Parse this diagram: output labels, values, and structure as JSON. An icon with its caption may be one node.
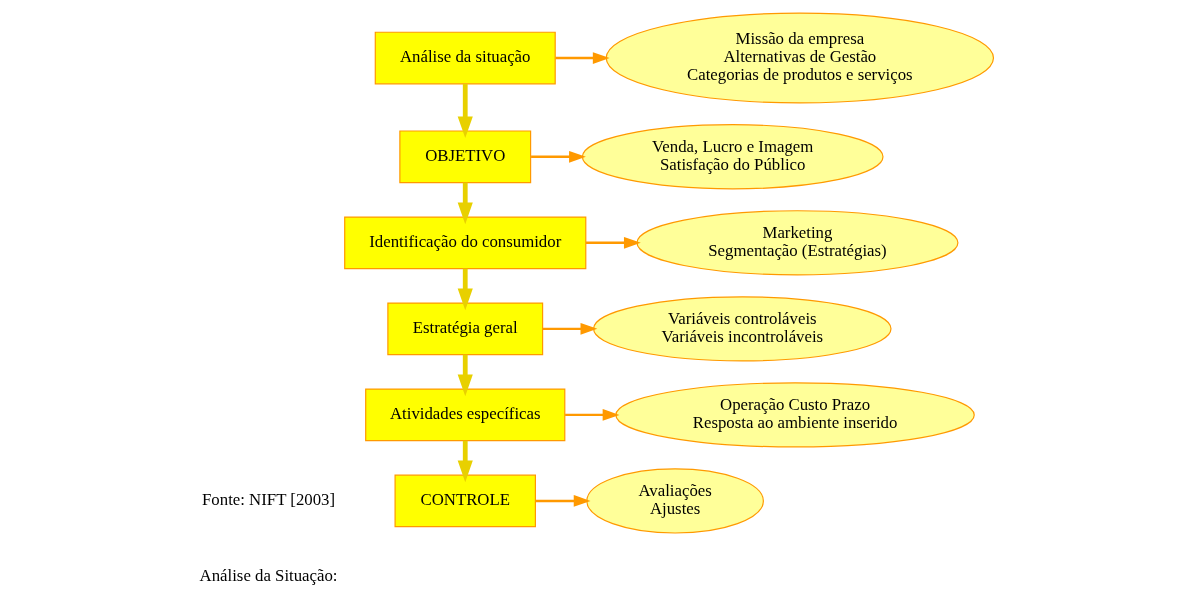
{
  "diagram": {
    "nodes": [
      {
        "text": [
          "Análise da situação"
        ]
      },
      {
        "text": [
          "Missão da empresa",
          "Alternativas de Gestão",
          "Categorias de produtos e serviços"
        ]
      },
      {
        "text": [
          "OBJETIVO"
        ]
      },
      {
        "text": [
          "Venda, Lucro e Imagem",
          "Satisfação do Público"
        ]
      },
      {
        "text": [
          "Identificação do consumidor"
        ]
      },
      {
        "text": [
          "Marketing",
          "Segmentação (Estratégias)"
        ]
      },
      {
        "text": [
          "Estratégia geral"
        ]
      },
      {
        "text": [
          "Variáveis controláveis",
          "Variáveis incontroláveis"
        ]
      },
      {
        "text": [
          "Atividades específicas"
        ]
      },
      {
        "text": [
          "Operação Custo Prazo",
          "Resposta ao ambiente inserido"
        ]
      },
      {
        "text": [
          "CONTROLE"
        ]
      },
      {
        "text": [
          "Avaliações",
          "Ajustes"
        ]
      }
    ],
    "edges": [
      {
        "from": 0,
        "to": 1,
        "arrow": "to",
        "color": "#ff9900"
      },
      {
        "from": 0,
        "to": 2,
        "arrow": "to",
        "style": "thick",
        "color": "#e8d000"
      },
      {
        "from": 2,
        "to": 3,
        "arrow": "to",
        "color": "#ff9900"
      },
      {
        "from": 2,
        "to": 4,
        "arrow": "to",
        "style": "thick",
        "color": "#e8d000"
      },
      {
        "from": 4,
        "to": 5,
        "arrow": "to",
        "color": "#ff9900"
      },
      {
        "from": 4,
        "to": 6,
        "arrow": "to",
        "style": "thick",
        "color": "#e8d000"
      },
      {
        "from": 6,
        "to": 7,
        "arrow": "to",
        "color": "#ff9900"
      },
      {
        "from": 6,
        "to": 8,
        "arrow": "to",
        "style": "thick",
        "color": "#e8d000"
      },
      {
        "from": 8,
        "to": 9,
        "arrow": "to",
        "color": "#ff9900"
      },
      {
        "from": 8,
        "to": 10,
        "arrow": "to",
        "style": "thick",
        "color": "#e8d000"
      },
      {
        "from": 10,
        "to": 11,
        "arrow": "to",
        "color": "#ff9900"
      }
    ],
    "labels": [
      "Fonte: NIFT [2003]",
      "Análise da Situação:"
    ]
  }
}
